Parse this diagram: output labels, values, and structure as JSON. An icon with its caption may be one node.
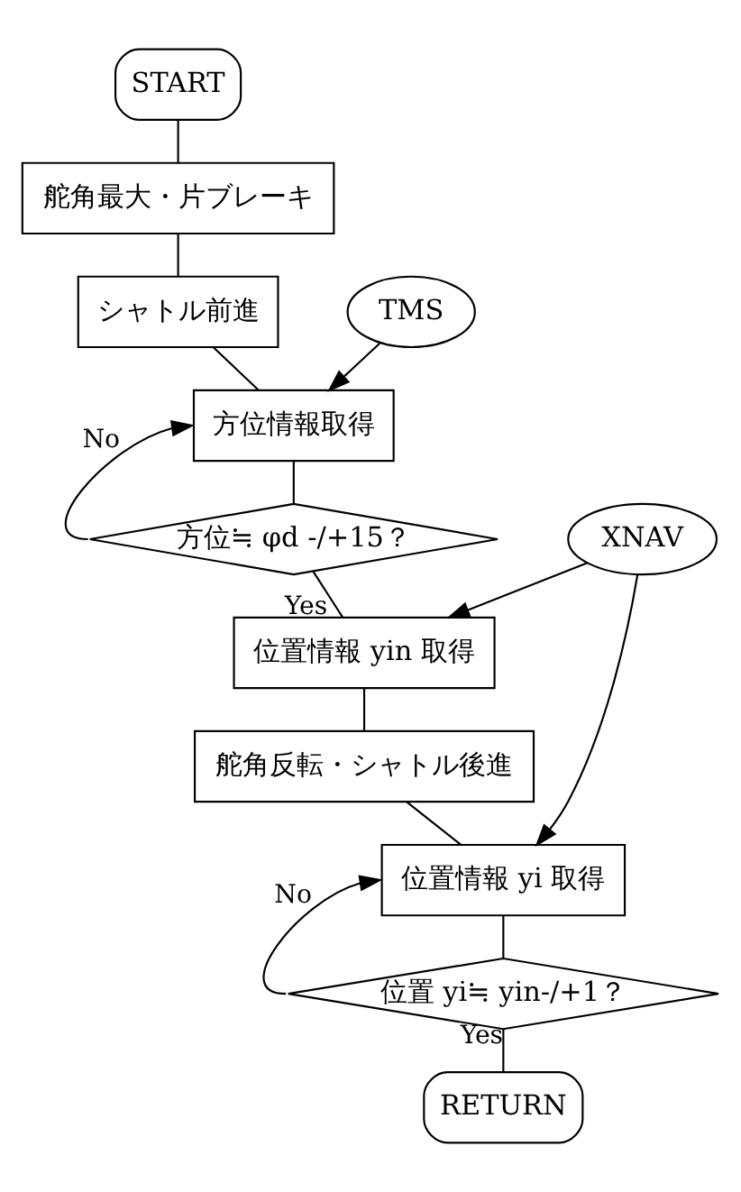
{
  "diagram": {
    "nodes": [
      {
        "text": [
          "START"
        ]
      },
      {
        "text": [
          "舵角最大・片ブレーキ"
        ]
      },
      {
        "text": [
          "シャトル前進"
        ]
      },
      {
        "text": [
          "TMS"
        ]
      },
      {
        "text": [
          "方位情報取得"
        ]
      },
      {
        "text": [
          "方位≒ φd -/+15？"
        ]
      },
      {
        "text": [
          "XNAV"
        ]
      },
      {
        "text": [
          "位置情報 yin 取得"
        ]
      },
      {
        "text": [
          "舵角反転・シャトル後進"
        ]
      },
      {
        "text": [
          "位置情報 yi 取得"
        ]
      },
      {
        "text": [
          "位置 yi≒ yin-/+1？"
        ]
      },
      {
        "text": [
          "RETURN"
        ]
      }
    ],
    "edges": [
      {
        "from": 0,
        "to": 1,
        "arrow": "none"
      },
      {
        "from": 1,
        "to": 2,
        "arrow": "none"
      },
      {
        "from": 2,
        "to": 4,
        "arrow": "none"
      },
      {
        "from": 3,
        "to": 4,
        "arrow": "to"
      },
      {
        "from": 4,
        "to": 5,
        "arrow": "none"
      },
      {
        "from": 5,
        "to": 4,
        "arrow": "to",
        "label": "No"
      },
      {
        "from": 5,
        "to": 7,
        "arrow": "none",
        "label": "Yes"
      },
      {
        "from": 6,
        "to": 7,
        "arrow": "to"
      },
      {
        "from": 6,
        "to": 9,
        "arrow": "to"
      },
      {
        "from": 7,
        "to": 8,
        "arrow": "none"
      },
      {
        "from": 8,
        "to": 9,
        "arrow": "none"
      },
      {
        "from": 9,
        "to": 10,
        "arrow": "none"
      },
      {
        "from": 10,
        "to": 9,
        "arrow": "to",
        "label": "No"
      },
      {
        "from": 10,
        "to": 11,
        "arrow": "none",
        "label": "Yes"
      }
    ]
  }
}
